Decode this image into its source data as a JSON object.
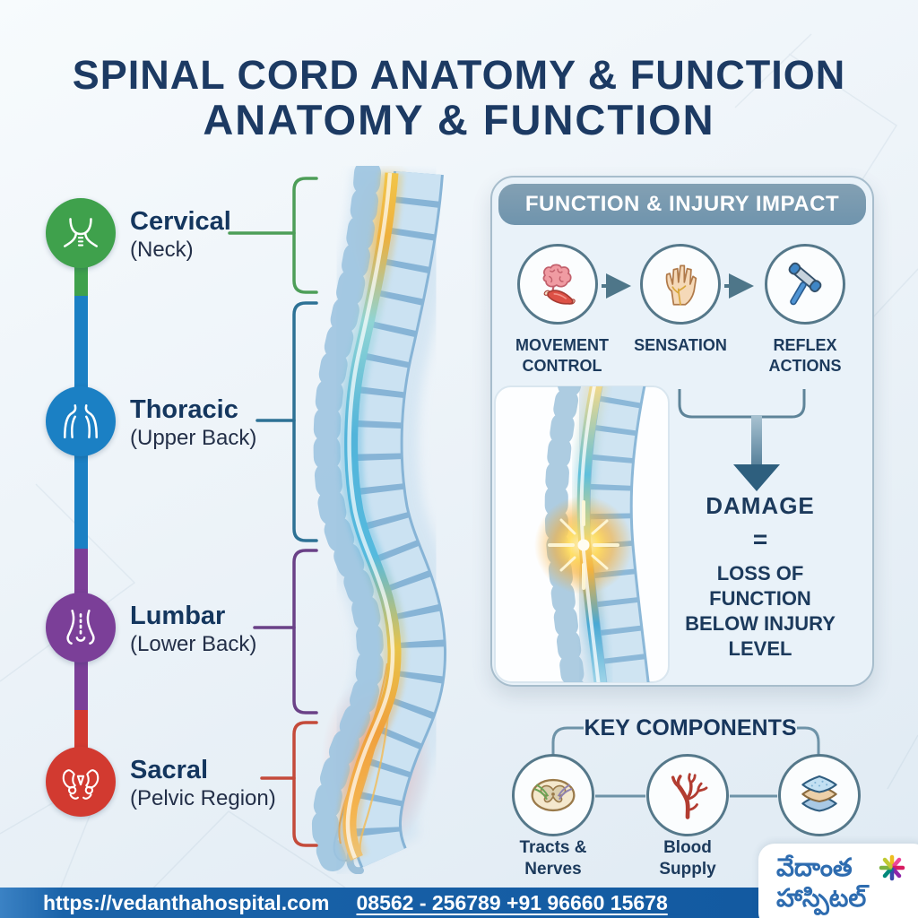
{
  "title": {
    "line1": "SPINAL CORD ANATOMY & FUNCTION",
    "line2": "ANATOMY & FUNCTION"
  },
  "regions": [
    {
      "name": "Cervical",
      "sub": "(Neck)",
      "color": "#3fa14c",
      "icon": "neck-icon"
    },
    {
      "name": "Thoracic",
      "sub": "(Upper Back)",
      "color": "#1b80c4",
      "icon": "torso-icon"
    },
    {
      "name": "Lumbar",
      "sub": "(Lower Back)",
      "color": "#7b3f98",
      "icon": "waist-icon"
    },
    {
      "name": "Sacral",
      "sub": "(Pelvic Region)",
      "color": "#d23a30",
      "icon": "pelvis-icon"
    }
  ],
  "function_panel": {
    "header": "FUNCTION & INJURY IMPACT",
    "items": [
      {
        "label_line1": "MOVEMENT",
        "label_line2": "CONTROL",
        "icon": "brain-muscle-icon"
      },
      {
        "label_line1": "SENSATION",
        "label_line2": "",
        "icon": "hand-icon"
      },
      {
        "label_line1": "REFLEX",
        "label_line2": "ACTIONS",
        "icon": "reflex-hammer-icon"
      }
    ],
    "damage": {
      "title": "DAMAGE",
      "equals": "=",
      "result_line1": "LOSS OF FUNCTION",
      "result_line2": "BELOW INJURY",
      "result_line3": "LEVEL"
    }
  },
  "key_components": {
    "header": "KEY COMPONENTS",
    "items": [
      {
        "line1": "Tracts &",
        "line2": "Nerves",
        "icon": "cord-cross-section-icon"
      },
      {
        "line1": "Blood",
        "line2": "Supply",
        "icon": "blood-vessels-icon"
      },
      {
        "line1": "",
        "line2": "",
        "icon": "meninges-layers-icon"
      }
    ]
  },
  "footer": {
    "url": "https://vedanthahospital.com",
    "phone": "08562 - 256789 +91 96660 15678"
  },
  "logo": {
    "line1": "వేదాంత",
    "line2": "హాస్పిటల్",
    "icon": "flower-asterisk-icon"
  },
  "colors": {
    "title_navy": "#1c3a63",
    "cervical_green": "#3fa14c",
    "thoracic_blue": "#1b80c4",
    "lumbar_purple": "#7b3f98",
    "sacral_red": "#d23a30",
    "panel_header_slate": "#6f94ad",
    "panel_body": "#e9f2f9",
    "footer_blue": "#11589f",
    "logo_blue": "#2e6cb0",
    "cord_yellow": "#f0b040",
    "cord_teal": "#52b4da"
  },
  "icons": [
    "neck-icon",
    "torso-icon",
    "waist-icon",
    "pelvis-icon",
    "brain-muscle-icon",
    "hand-icon",
    "reflex-hammer-icon",
    "cord-cross-section-icon",
    "blood-vessels-icon",
    "meninges-layers-icon",
    "flower-asterisk-icon"
  ]
}
